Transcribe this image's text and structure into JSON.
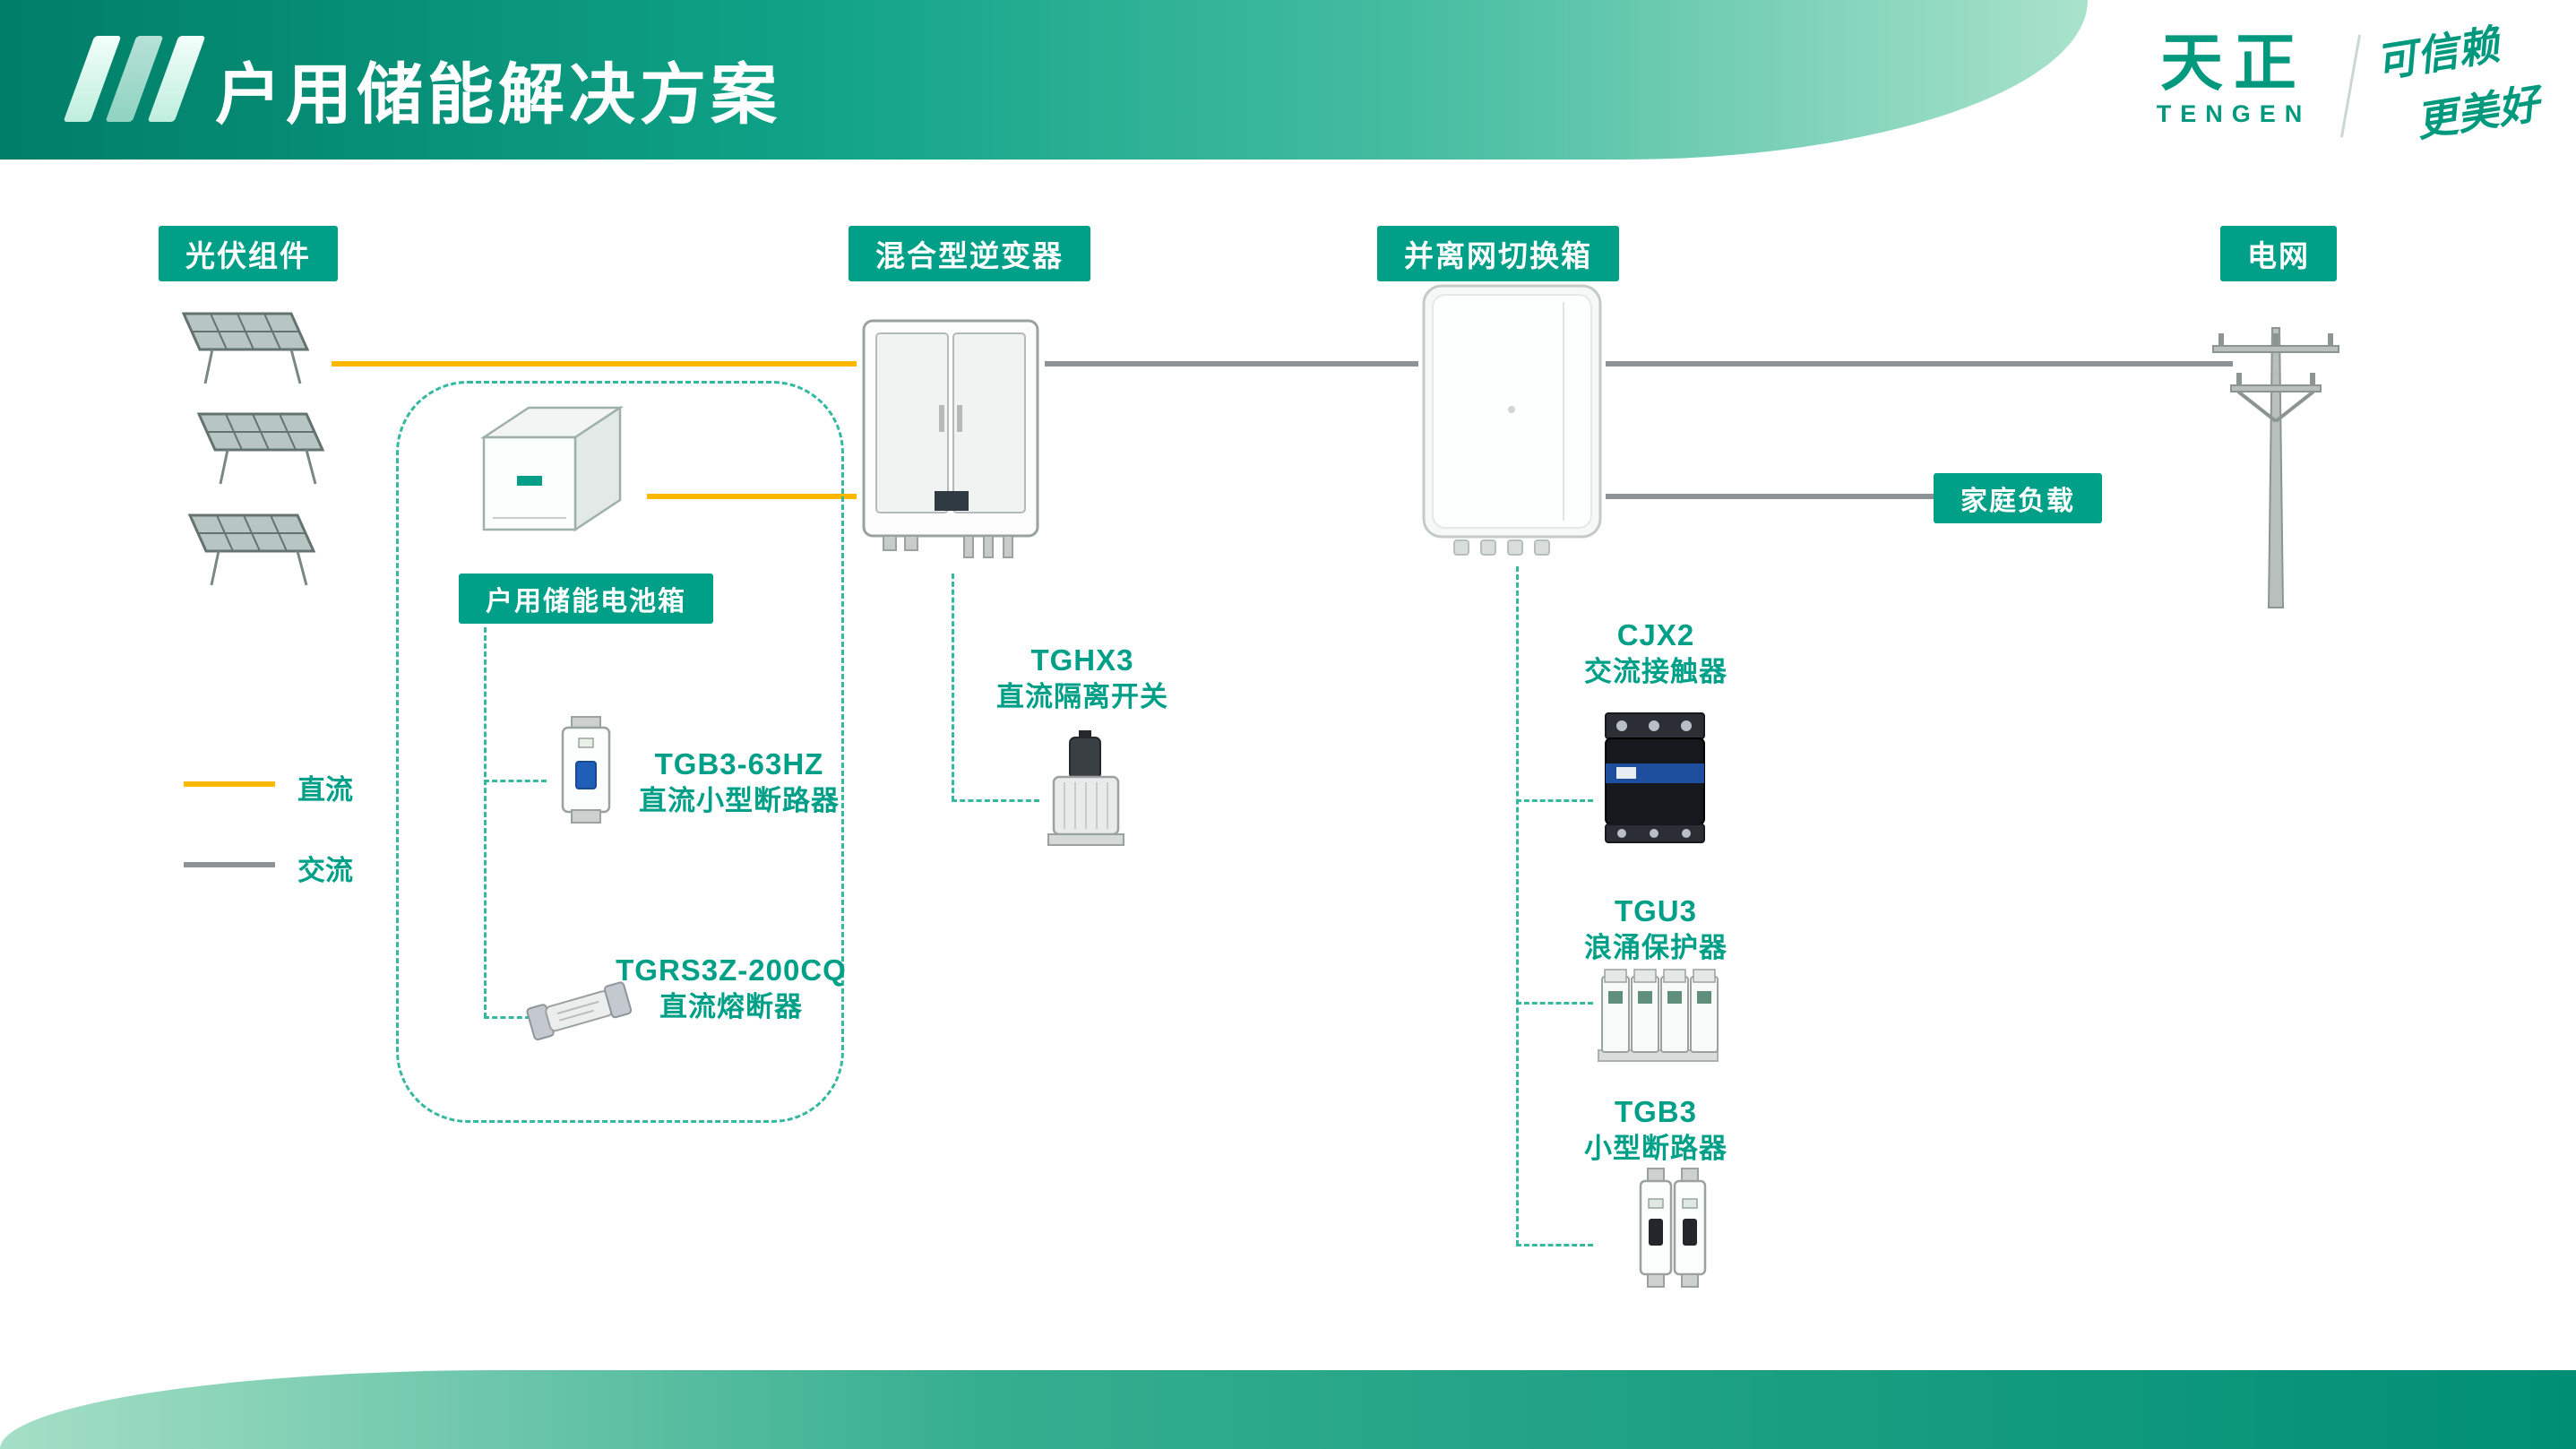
{
  "header": {
    "title": "户用储能解决方案",
    "logo": {
      "cn": "天正",
      "en": "TENGEN",
      "tagline_line1": "可信赖",
      "tagline_line2": "更美好"
    }
  },
  "nodes": {
    "pv": {
      "label": "光伏组件"
    },
    "battery": {
      "label": "户用储能电池箱"
    },
    "inverter": {
      "label": "混合型逆变器"
    },
    "switchbox": {
      "label": "并离网切换箱"
    },
    "grid": {
      "label": "电网"
    },
    "load": {
      "label": "家庭负载"
    }
  },
  "products": [
    {
      "model": "TGB3-63HZ",
      "desc": "直流小型断路器"
    },
    {
      "model": "TGRS3Z-200CQ",
      "desc": "直流熔断器"
    },
    {
      "model": "TGHX3",
      "desc": "直流隔离开关"
    },
    {
      "model": "CJX2",
      "desc": "交流接触器"
    },
    {
      "model": "TGU3",
      "desc": "浪涌保护器"
    },
    {
      "model": "TGB3",
      "desc": "小型断路器"
    }
  ],
  "legend": {
    "dc_label": "直流",
    "ac_label": "交流",
    "dc_color": "#FFB800",
    "ac_color": "#8C9296"
  },
  "colors": {
    "accent_teal": "#00A088",
    "dashed_teal": "#35B8A0",
    "header_gradient_start": "#007E68",
    "header_gradient_end": "#A9E2CB"
  }
}
